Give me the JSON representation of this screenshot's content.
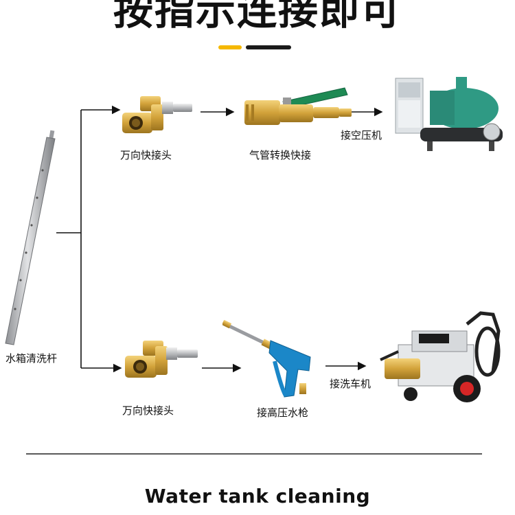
{
  "title": "按指示连接即可",
  "colors": {
    "accent_yellow": "#f5b800",
    "dark": "#1a1a1a"
  },
  "rod_label": "水箱清洗杆",
  "upper_branch": {
    "fitting_label": "万向快接头",
    "adapter_label": "气管转换快接",
    "machine_label": "接空压机"
  },
  "lower_branch": {
    "fitting_label": "万向快接头",
    "gun_label": "接高压水枪",
    "machine_label": "接洗车机"
  },
  "footer": "Water tank cleaning"
}
